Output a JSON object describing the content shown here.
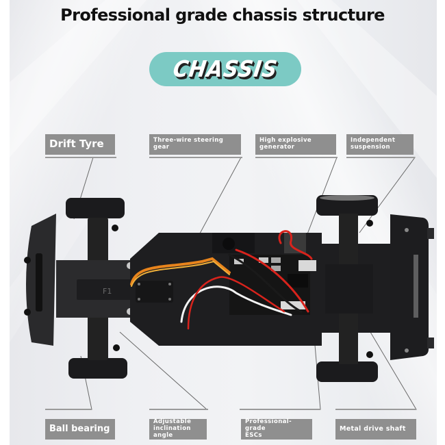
{
  "header": {
    "title": "Professional grade chassis structure",
    "badge_text": "CHASSIS",
    "badge_color": "#7ccac4"
  },
  "callouts": {
    "top": [
      {
        "id": "drift-tyre",
        "label": "Drift Tyre"
      },
      {
        "id": "three-wire-steering-gear",
        "label": "Three-wire steering gear"
      },
      {
        "id": "high-explosive-generator",
        "label_line1": "High explosive",
        "label_line2": "generator"
      },
      {
        "id": "independent-suspension",
        "label_line1": "Independent",
        "label_line2": "suspension"
      }
    ],
    "bottom": [
      {
        "id": "ball-bearing",
        "label": "Ball bearing"
      },
      {
        "id": "adjustable-inclination-angle",
        "label_line1": "Adjustable",
        "label_line2": "inclination angle"
      },
      {
        "id": "professional-grade-escs",
        "label_line1": "Professional-grade",
        "label_line2": "ESCs"
      },
      {
        "id": "metal-drive-shaft",
        "label": "Metal drive shaft"
      }
    ]
  },
  "product": {
    "front_plate_marking": "F1"
  },
  "colors": {
    "label_bg": "#8f8f8f",
    "chassis": "#1e1e20",
    "wire_red": "#d8231c",
    "wire_orange": "#e8841c",
    "wire_white": "#f4f4f4"
  }
}
